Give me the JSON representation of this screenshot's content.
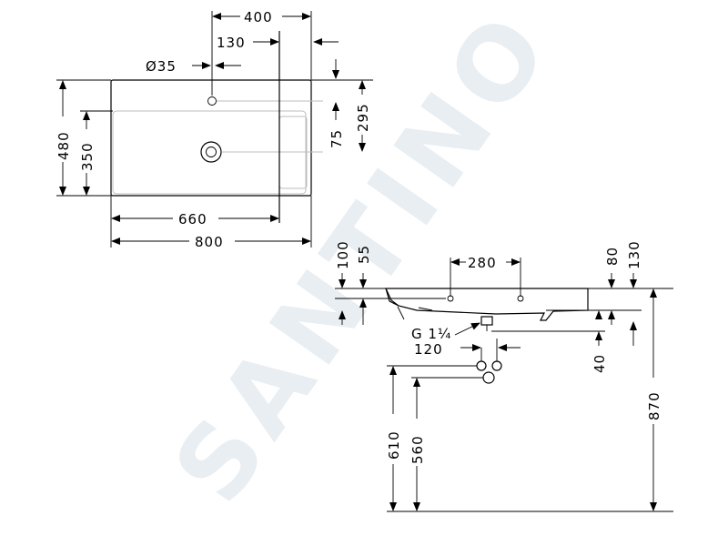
{
  "watermark": "SANTINO",
  "top_view": {
    "dims": {
      "d400": "400",
      "d130": "130",
      "d35": "Ø35",
      "d480": "480",
      "d350": "350",
      "d75": "75",
      "d295": "295",
      "d660": "660",
      "d800": "800"
    }
  },
  "side_view": {
    "dims": {
      "d100": "100",
      "d55": "55",
      "d280": "280",
      "d80": "80",
      "d130": "130",
      "thread": "G 1¼",
      "d120": "120",
      "d40": "40",
      "d610": "610",
      "d560": "560",
      "d870": "870"
    }
  }
}
